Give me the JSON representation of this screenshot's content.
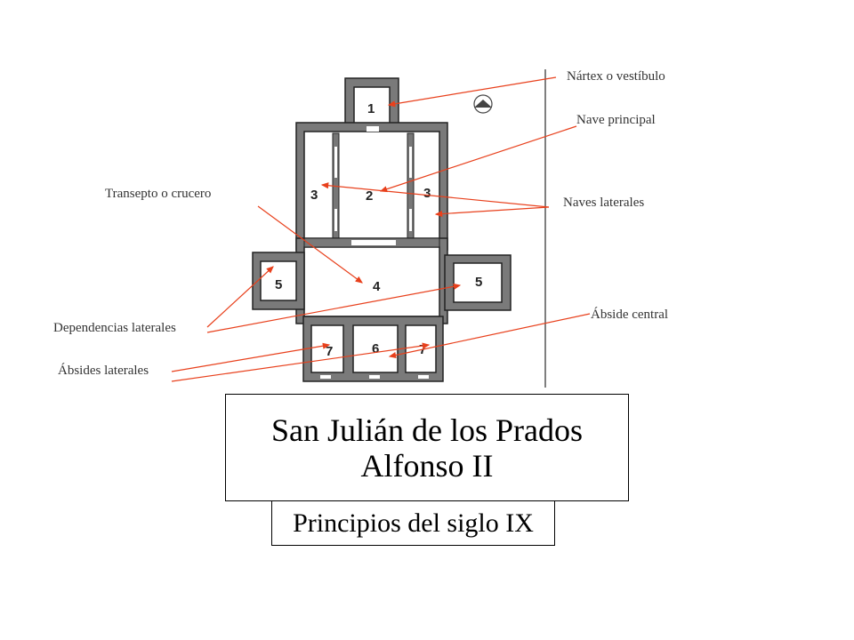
{
  "labels": {
    "nartex": "Nártex o vestíbulo",
    "nave_principal": "Nave principal",
    "transepto": "Transepto o crucero",
    "naves_laterales": "Naves laterales",
    "dependencias": "Dependencias laterales",
    "abside_central": "Ábside central",
    "absides_laterales": "Ábsides laterales"
  },
  "rooms": {
    "r1": "1",
    "r2": "2",
    "r3a": "3",
    "r3b": "3",
    "r4": "4",
    "r5a": "5",
    "r5b": "5",
    "r6": "6",
    "r7a": "7",
    "r7b": "7"
  },
  "title": {
    "line1": "San Julián de los Prados",
    "line2": "Alfonso II"
  },
  "date": "Principios del siglo IX",
  "colors": {
    "arrow": "#e8401c",
    "wall": "#7a7a7a"
  }
}
